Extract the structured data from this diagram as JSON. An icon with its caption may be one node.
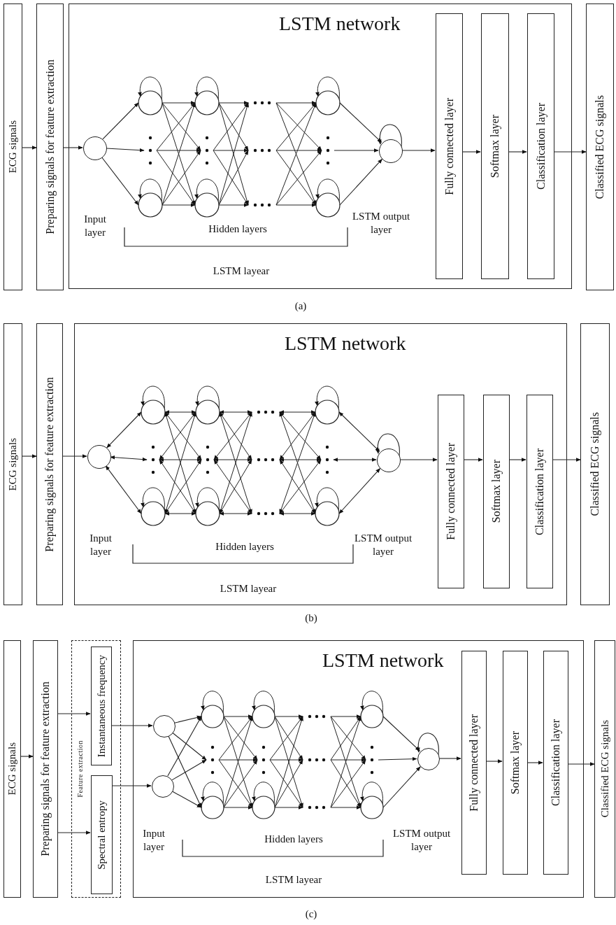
{
  "diagram": {
    "nodes": [
      {
        "text": [
          "ECG signals"
        ]
      },
      {
        "text": [
          "Preparing signals for feature extraction"
        ]
      },
      {
        "text": [
          "LSTM network"
        ]
      },
      {
        "text": [],
        "shape": "circle",
        "in": 2
      },
      {
        "text": [],
        "shape": "circle",
        "in": 2
      },
      {
        "text": [
          "Fully connected layer"
        ],
        "in": 2
      },
      {
        "text": [
          "Softmax layer"
        ],
        "in": 2
      },
      {
        "text": [
          "Classification layer"
        ],
        "in": 2
      },
      {
        "text": [
          "Classified ECG signals"
        ]
      },
      {
        "text": [
          "ECG signals"
        ]
      },
      {
        "text": [
          "Preparing signals for feature extraction"
        ]
      },
      {
        "text": [
          "LSTM network"
        ]
      },
      {
        "text": [],
        "shape": "circle",
        "in": 11
      },
      {
        "text": [],
        "shape": "circle",
        "in": 11
      },
      {
        "text": [
          "Fully connected layer"
        ],
        "in": 11
      },
      {
        "text": [
          "Softmax layer"
        ],
        "in": 11
      },
      {
        "text": [
          "Classification layer"
        ],
        "in": 11
      },
      {
        "text": [
          "Classified ECG signals"
        ]
      },
      {
        "text": [
          "ECG signals"
        ]
      },
      {
        "text": [
          "Preparing signals for feature extraction"
        ]
      },
      {
        "text": [
          "Feature extraction"
        ]
      },
      {
        "text": [
          "Instantaneous frequency"
        ],
        "in": 20
      },
      {
        "text": [
          "Spectral entropy"
        ],
        "in": 20
      },
      {
        "text": [
          "LSTM network"
        ]
      },
      {
        "text": [],
        "shape": "circle",
        "in": 23
      },
      {
        "text": [],
        "shape": "circle",
        "in": 23
      },
      {
        "text": [],
        "shape": "circle",
        "in": 23
      },
      {
        "text": [
          "Fully connected layer"
        ],
        "in": 23
      },
      {
        "text": [
          "Softmax layer"
        ],
        "in": 23
      },
      {
        "text": [
          "Classification layer"
        ],
        "in": 23
      },
      {
        "text": [
          "Classified ECG signals"
        ]
      },
      {
        "text": [],
        "shape": "picture",
        "in": 2
      },
      {
        "text": [],
        "shape": "picture",
        "in": 11
      },
      {
        "text": [],
        "shape": "picture",
        "in": 23
      }
    ],
    "edges": [
      {
        "from": 0,
        "to": 1,
        "arrow": "to"
      },
      {
        "from": 1,
        "to": 3,
        "arrow": "to"
      },
      {
        "from": 4,
        "to": 5,
        "arrow": "to"
      },
      {
        "from": 5,
        "to": 6,
        "arrow": "to"
      },
      {
        "from": 6,
        "to": 7,
        "arrow": "to"
      },
      {
        "from": 7,
        "to": 8,
        "arrow": "to"
      },
      {
        "from": 9,
        "to": 10,
        "arrow": "to"
      },
      {
        "from": 10,
        "to": 12,
        "arrow": "to"
      },
      {
        "from": 13,
        "to": 14,
        "arrow": "to"
      },
      {
        "from": 14,
        "to": 15,
        "arrow": "to"
      },
      {
        "from": 15,
        "to": 16,
        "arrow": "to"
      },
      {
        "from": 16,
        "to": 17,
        "arrow": "to"
      },
      {
        "from": 18,
        "to": 19,
        "arrow": "to"
      },
      {
        "from": 19,
        "to": 21,
        "arrow": "to"
      },
      {
        "from": 19,
        "to": 22,
        "arrow": "to"
      },
      {
        "from": 21,
        "to": 24,
        "arrow": "to"
      },
      {
        "from": 22,
        "to": 25,
        "arrow": "to"
      },
      {
        "from": 26,
        "to": 27,
        "arrow": "to"
      },
      {
        "from": 27,
        "to": 28,
        "arrow": "to"
      },
      {
        "from": 28,
        "to": 29,
        "arrow": "to"
      },
      {
        "from": 29,
        "to": 30,
        "arrow": "to"
      },
      {
        "from": 3,
        "to": 31,
        "arrow": "to"
      },
      {
        "from": 3,
        "to": 31,
        "arrow": "to"
      },
      {
        "from": 3,
        "to": 31,
        "arrow": "to"
      },
      {
        "from": 31,
        "to": 4,
        "arrow": "to"
      },
      {
        "from": 31,
        "to": 4,
        "arrow": "to"
      },
      {
        "from": 31,
        "to": 4,
        "arrow": "to"
      },
      {
        "from": 4,
        "to": 4,
        "arrow": "to"
      },
      {
        "from": 12,
        "to": 32,
        "arrow": "both"
      },
      {
        "from": 12,
        "to": 32,
        "arrow": "both"
      },
      {
        "from": 12,
        "to": 32,
        "arrow": "both"
      },
      {
        "from": 32,
        "to": 13,
        "arrow": "both"
      },
      {
        "from": 32,
        "to": 13,
        "arrow": "both"
      },
      {
        "from": 32,
        "to": 13,
        "arrow": "both"
      },
      {
        "from": 13,
        "to": 13,
        "arrow": "to"
      },
      {
        "from": 24,
        "to": 33,
        "arrow": "to"
      },
      {
        "from": 24,
        "to": 33,
        "arrow": "to"
      },
      {
        "from": 24,
        "to": 33,
        "arrow": "to"
      },
      {
        "from": 25,
        "to": 33,
        "arrow": "to"
      },
      {
        "from": 25,
        "to": 33,
        "arrow": "to"
      },
      {
        "from": 25,
        "to": 33,
        "arrow": "to"
      },
      {
        "from": 33,
        "to": 26,
        "arrow": "to"
      },
      {
        "from": 33,
        "to": 26,
        "arrow": "to"
      },
      {
        "from": 33,
        "to": 26,
        "arrow": "to"
      },
      {
        "from": 26,
        "to": 26,
        "arrow": "to"
      }
    ],
    "labels": [
      "Input layer",
      "Hidden layers",
      "LSTM output layer",
      "LSTM layear",
      "(a)",
      "Input layer",
      "Hidden layers",
      "LSTM output layer",
      "LSTM layear",
      "(b)",
      "Input layer",
      "Hidden layers",
      "LSTM output layer",
      "LSTM layear",
      "(c)"
    ]
  }
}
